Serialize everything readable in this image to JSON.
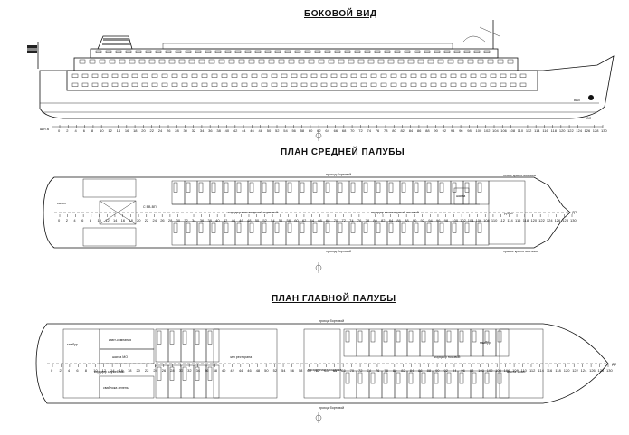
{
  "titles": {
    "side_view": "БОКОВОЙ ВИД",
    "middle_deck": "ПЛАН СРЕДНЕЙ ПАЛУБЫ",
    "main_deck": "ПЛАН ГЛАВНОЙ ПАЛУБЫ"
  },
  "frame_prefix": "ш п а",
  "frame_numbers": [
    0,
    2,
    4,
    6,
    8,
    10,
    12,
    14,
    16,
    18,
    20,
    22,
    24,
    26,
    28,
    30,
    32,
    34,
    36,
    38,
    40,
    42,
    44,
    46,
    48,
    50,
    52,
    54,
    56,
    58,
    60,
    62,
    64,
    66,
    68,
    70,
    72,
    74,
    76,
    78,
    80,
    82,
    84,
    86,
    88,
    90,
    92,
    94,
    96,
    98,
    100,
    102,
    104,
    106,
    108,
    110,
    112,
    114,
    116,
    118,
    120,
    122,
    124,
    126,
    128,
    130
  ],
  "side_view": {
    "waterline_label": "ВВЛ",
    "keel_label": "ОЛ"
  },
  "middle_deck": {
    "corridor_port": "проход бортовой",
    "corridor_starboard": "проход бортовой",
    "corridor_center_aft": "коридор пассажирский кормовой",
    "corridor_center_fwd": "коридор пассажирский носовой",
    "room_aft": "салон",
    "room_ceb": "С ЕВ-ВП",
    "room_wheelhouse": "рубка",
    "room_shaft": "шахта",
    "note_top": "левое крыло мостика",
    "note_bottom": "правое крыло мостика",
    "dp_label": "ДП"
  },
  "main_deck": {
    "corridor_port": "проход бортовой",
    "corridor_starboard": "проход бортовой",
    "restaurant": "зал ресторана",
    "landing": "посадочная площадка",
    "corridor_fwd": "коридор носовой",
    "service_corridor": "коридор служебный",
    "tambour": "тамбур",
    "tambour2": "тамбур",
    "room_crew": "кают-компания",
    "room_mo": "шахта МО",
    "room_fruit": "сваблока зелень",
    "room_shaft": "шахта 1 кан.",
    "dp_label": "ДП"
  }
}
